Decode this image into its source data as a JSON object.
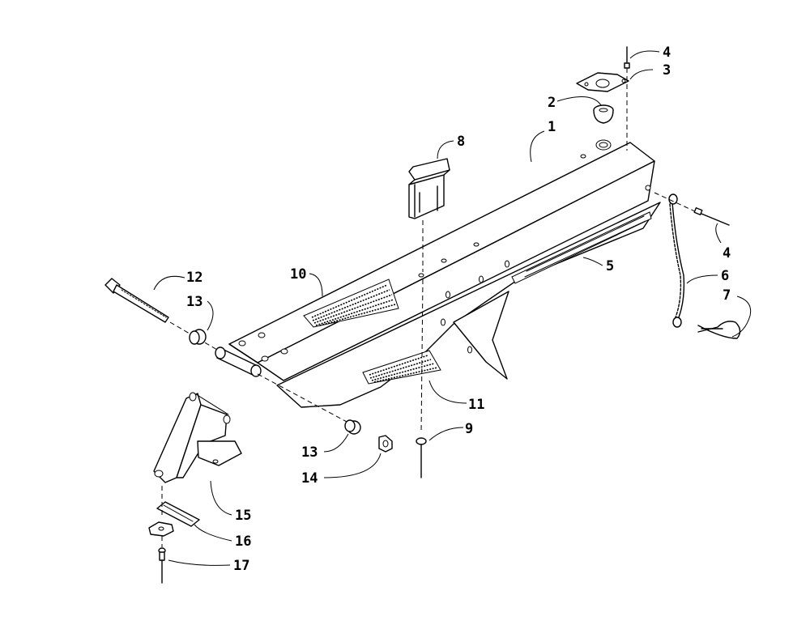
{
  "diagram": {
    "callouts": [
      {
        "id": "c1",
        "text": "1"
      },
      {
        "id": "c2",
        "text": "2"
      },
      {
        "id": "c3",
        "text": "3"
      },
      {
        "id": "c4a",
        "text": "4"
      },
      {
        "id": "c4b",
        "text": "4"
      },
      {
        "id": "c5",
        "text": "5"
      },
      {
        "id": "c6",
        "text": "6"
      },
      {
        "id": "c7",
        "text": "7"
      },
      {
        "id": "c8",
        "text": "8"
      },
      {
        "id": "c9",
        "text": "9"
      },
      {
        "id": "c10",
        "text": "10"
      },
      {
        "id": "c11",
        "text": "11"
      },
      {
        "id": "c12",
        "text": "12"
      },
      {
        "id": "c13a",
        "text": "13"
      },
      {
        "id": "c13b",
        "text": "13"
      },
      {
        "id": "c14",
        "text": "14"
      },
      {
        "id": "c15",
        "text": "15"
      },
      {
        "id": "c16",
        "text": "16"
      },
      {
        "id": "c17",
        "text": "17"
      }
    ]
  }
}
